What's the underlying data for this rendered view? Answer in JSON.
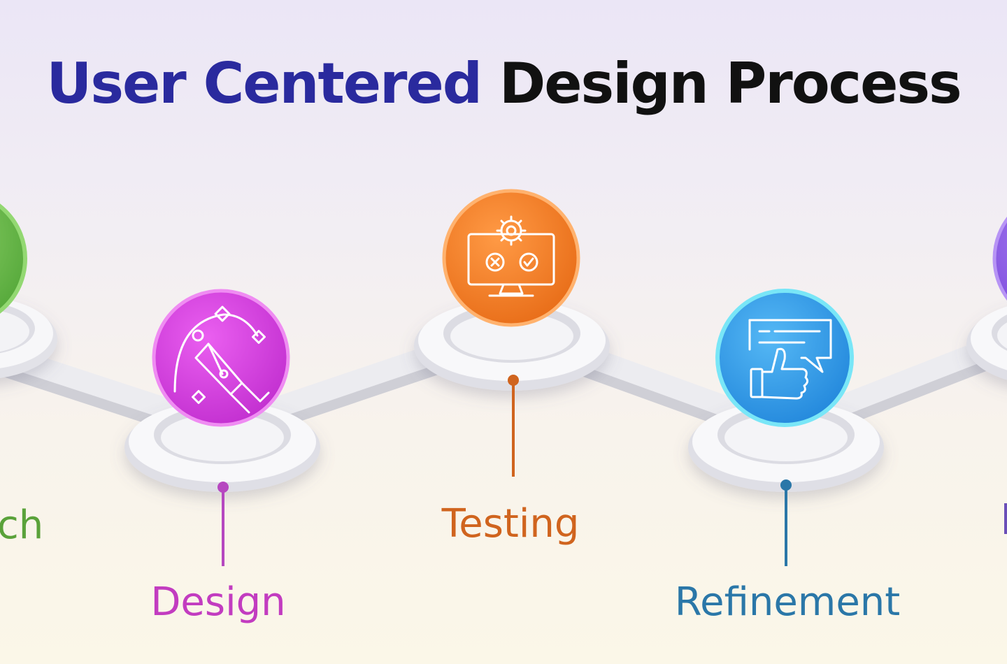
{
  "title": {
    "part1": "User Centered",
    "part2": "Design Process",
    "part1_color": "#2a2a9e",
    "part2_color": "#111111"
  },
  "steps": [
    {
      "label": "ch",
      "color": "#66bb44",
      "text_color": "#5aa23a",
      "icon": "research-icon"
    },
    {
      "label": "Design",
      "color": "#d63ed8",
      "text_color": "#c23cc0",
      "icon": "pen-tool-icon"
    },
    {
      "label": "Testing",
      "color": "#f07a22",
      "text_color": "#d0641e",
      "icon": "monitor-gear-icon"
    },
    {
      "label": "Refinement",
      "color": "#2a9be8",
      "text_color": "#2a77a8",
      "icon": "feedback-thumbs-up-icon"
    },
    {
      "label": "",
      "color": "#8a55e0",
      "text_color": "#8a55e0",
      "icon": "next-step-icon"
    }
  ]
}
